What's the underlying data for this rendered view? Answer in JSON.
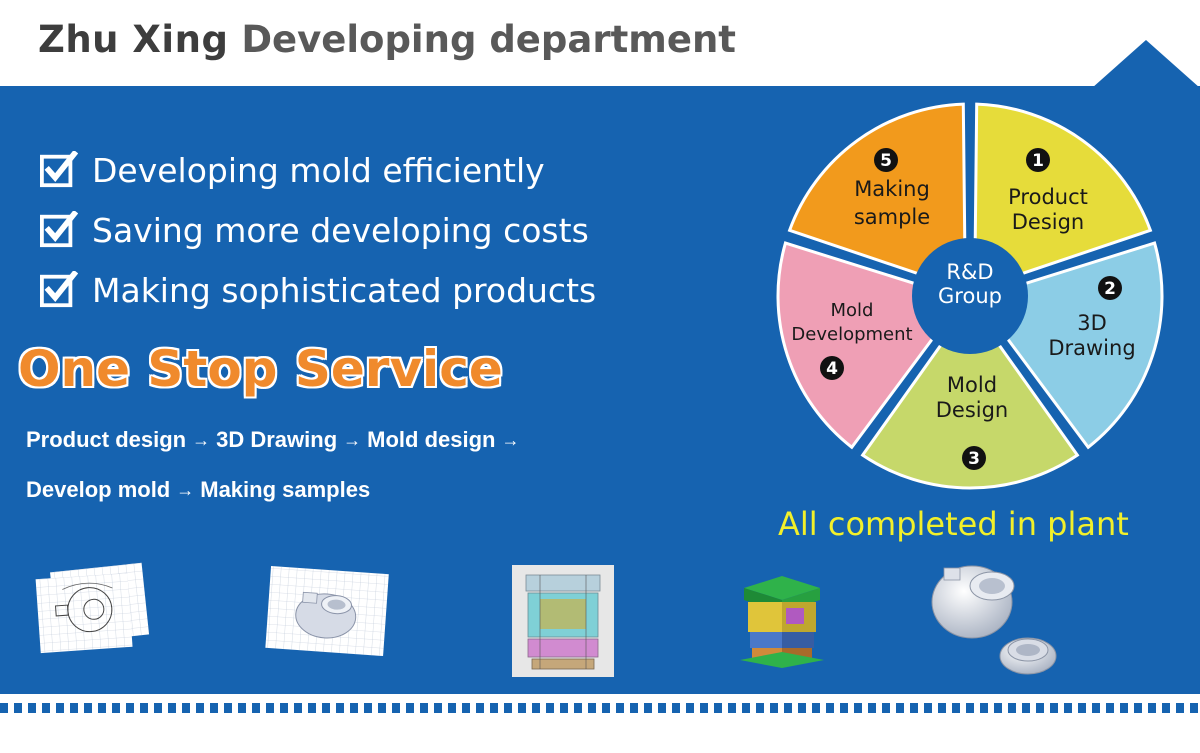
{
  "header": {
    "brand": "Zhu Xing",
    "department": "Developing department"
  },
  "bullets": [
    {
      "text": "Developing mold efficiently"
    },
    {
      "text": "Saving more developing costs"
    },
    {
      "text": "Making sophisticated products"
    }
  ],
  "headline": "One Stop Service",
  "flow": {
    "step1": "Product design",
    "step2": "3D Drawing",
    "step3": "Mold design",
    "step4": "Develop mold",
    "step5": "Making samples",
    "arrow": "→"
  },
  "wheel": {
    "center_line1": "R&D",
    "center_line2": "Group",
    "segments": [
      {
        "number": "1",
        "line1": "Product",
        "line2": "Design",
        "color": "#e6dc3a"
      },
      {
        "number": "2",
        "line1": "3D",
        "line2": "Drawing",
        "color": "#8ccde6"
      },
      {
        "number": "3",
        "line1": "Mold",
        "line2": "Design",
        "color": "#c6d86a"
      },
      {
        "number": "4",
        "line1": "Mold",
        "line2": "Development",
        "color": "#ef9fb5"
      },
      {
        "number": "5",
        "line1": "Making",
        "line2": "sample",
        "color": "#f29a1c"
      }
    ]
  },
  "completed": "All completed in plant",
  "colors": {
    "main_blue": "#1663b0",
    "headline_orange": "#f08a2c",
    "completed_yellow": "#f2f02a"
  },
  "thumbnails": [
    {
      "icon": "sketch-drawing-icon"
    },
    {
      "icon": "3d-drawing-icon"
    },
    {
      "icon": "mold-design-icon"
    },
    {
      "icon": "mold-assembly-icon"
    },
    {
      "icon": "sample-product-icon"
    }
  ]
}
